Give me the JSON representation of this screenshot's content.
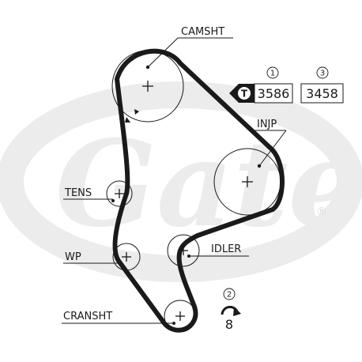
{
  "pulleys": {
    "camshaft": "CAMSHT",
    "injection_pump": "INJP",
    "tensioner": "TENS",
    "idler": "IDLER",
    "water_pump": "WP",
    "crankshaft": "CRANSHT"
  },
  "specs": {
    "marker_1": "1",
    "marker_2": "2",
    "marker_3": "3",
    "value_1": "3586",
    "value_3": "3458",
    "tool_glyph": "T"
  },
  "rotation": {
    "steps": "8",
    "icon": "rotate-arrow-icon"
  },
  "watermark": {
    "text": "Gates",
    "registered": "®",
    "color": "#ececec"
  },
  "colors": {
    "belt": "#1a1a1a",
    "line": "#1a1a1a"
  }
}
